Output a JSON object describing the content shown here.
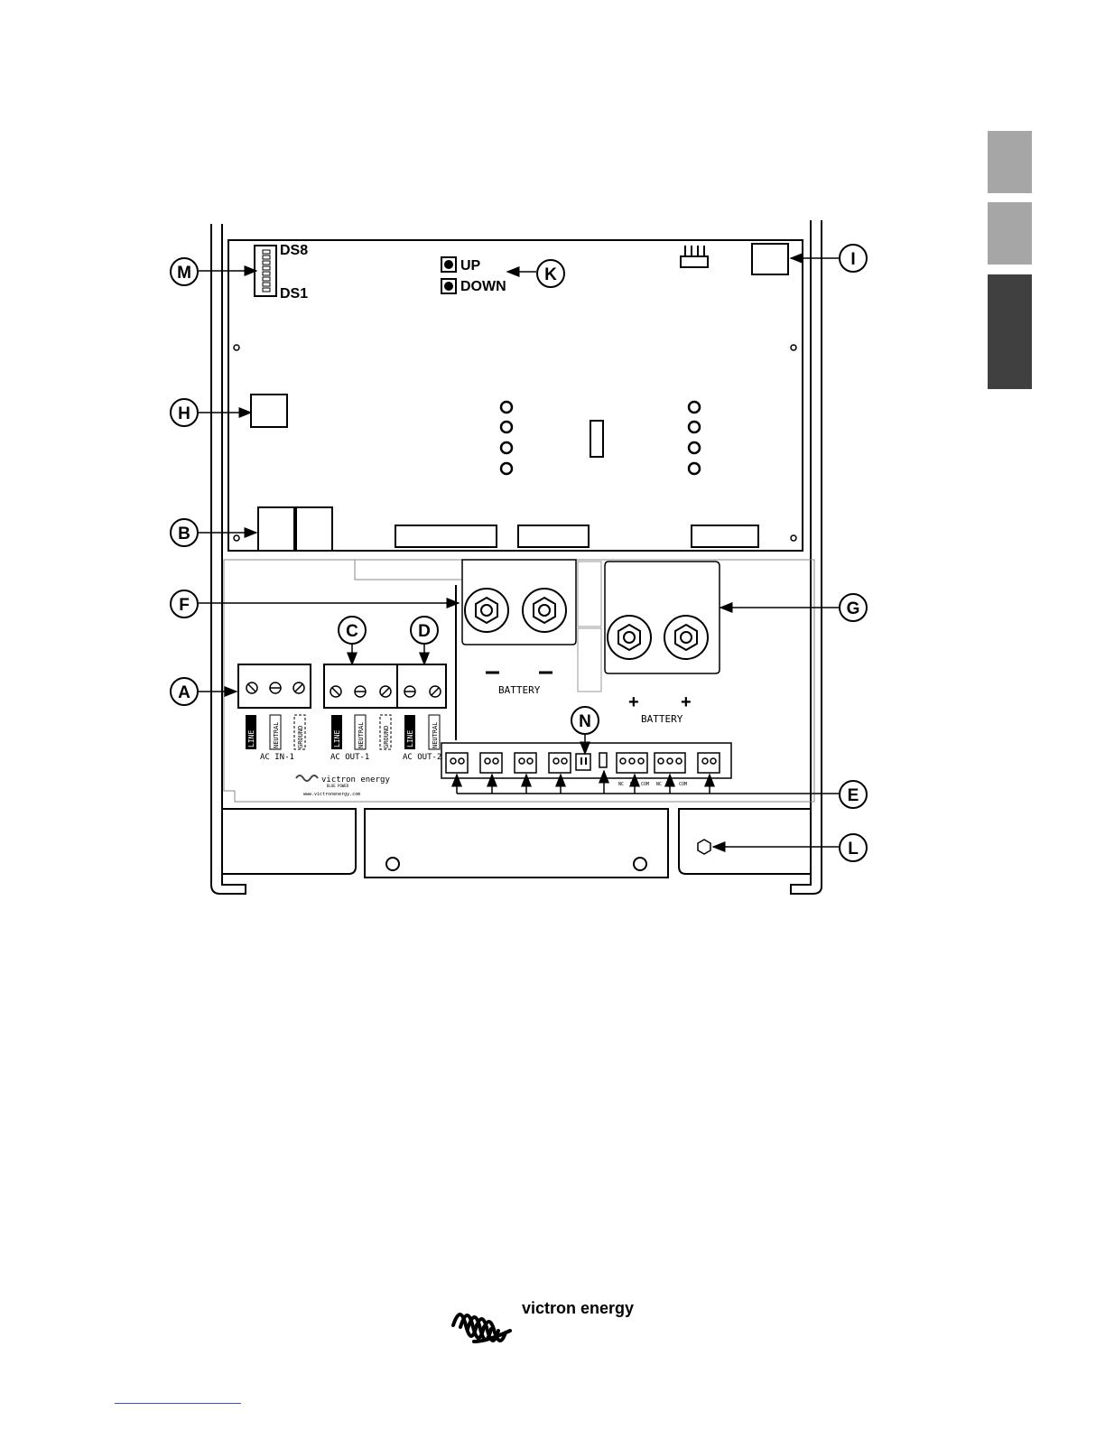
{
  "side_tabs": [
    {
      "color": "#a6a6a6"
    },
    {
      "color": "#a6a6a6"
    },
    {
      "color": "#404040"
    }
  ],
  "board_labels": {
    "ds_top": "DS8",
    "ds_bottom": "DS1",
    "up": "UP",
    "down": "DOWN",
    "battery_neg": "BATTERY",
    "battery_pos": "BATTERY",
    "neg_sign": "–",
    "pos_sign": "+",
    "ac_in_1": "AC IN-1",
    "ac_out_1": "AC OUT-1",
    "ac_out_2": "AC OUT-2",
    "line": "LINE",
    "neutral": "NEUTRAL",
    "ground": "GROUND",
    "nc": "NC",
    "no": "NO",
    "com": "COM",
    "brand_small": "victron energy",
    "brand_sub": "BLUE POWER",
    "url": "www.victronenergy.com"
  },
  "callouts": [
    {
      "id": "M"
    },
    {
      "id": "K"
    },
    {
      "id": "I"
    },
    {
      "id": "H"
    },
    {
      "id": "B"
    },
    {
      "id": "F"
    },
    {
      "id": "G"
    },
    {
      "id": "C"
    },
    {
      "id": "D"
    },
    {
      "id": "A"
    },
    {
      "id": "N"
    },
    {
      "id": "E"
    },
    {
      "id": "L"
    }
  ],
  "footer": {
    "brand": "victron energy"
  }
}
